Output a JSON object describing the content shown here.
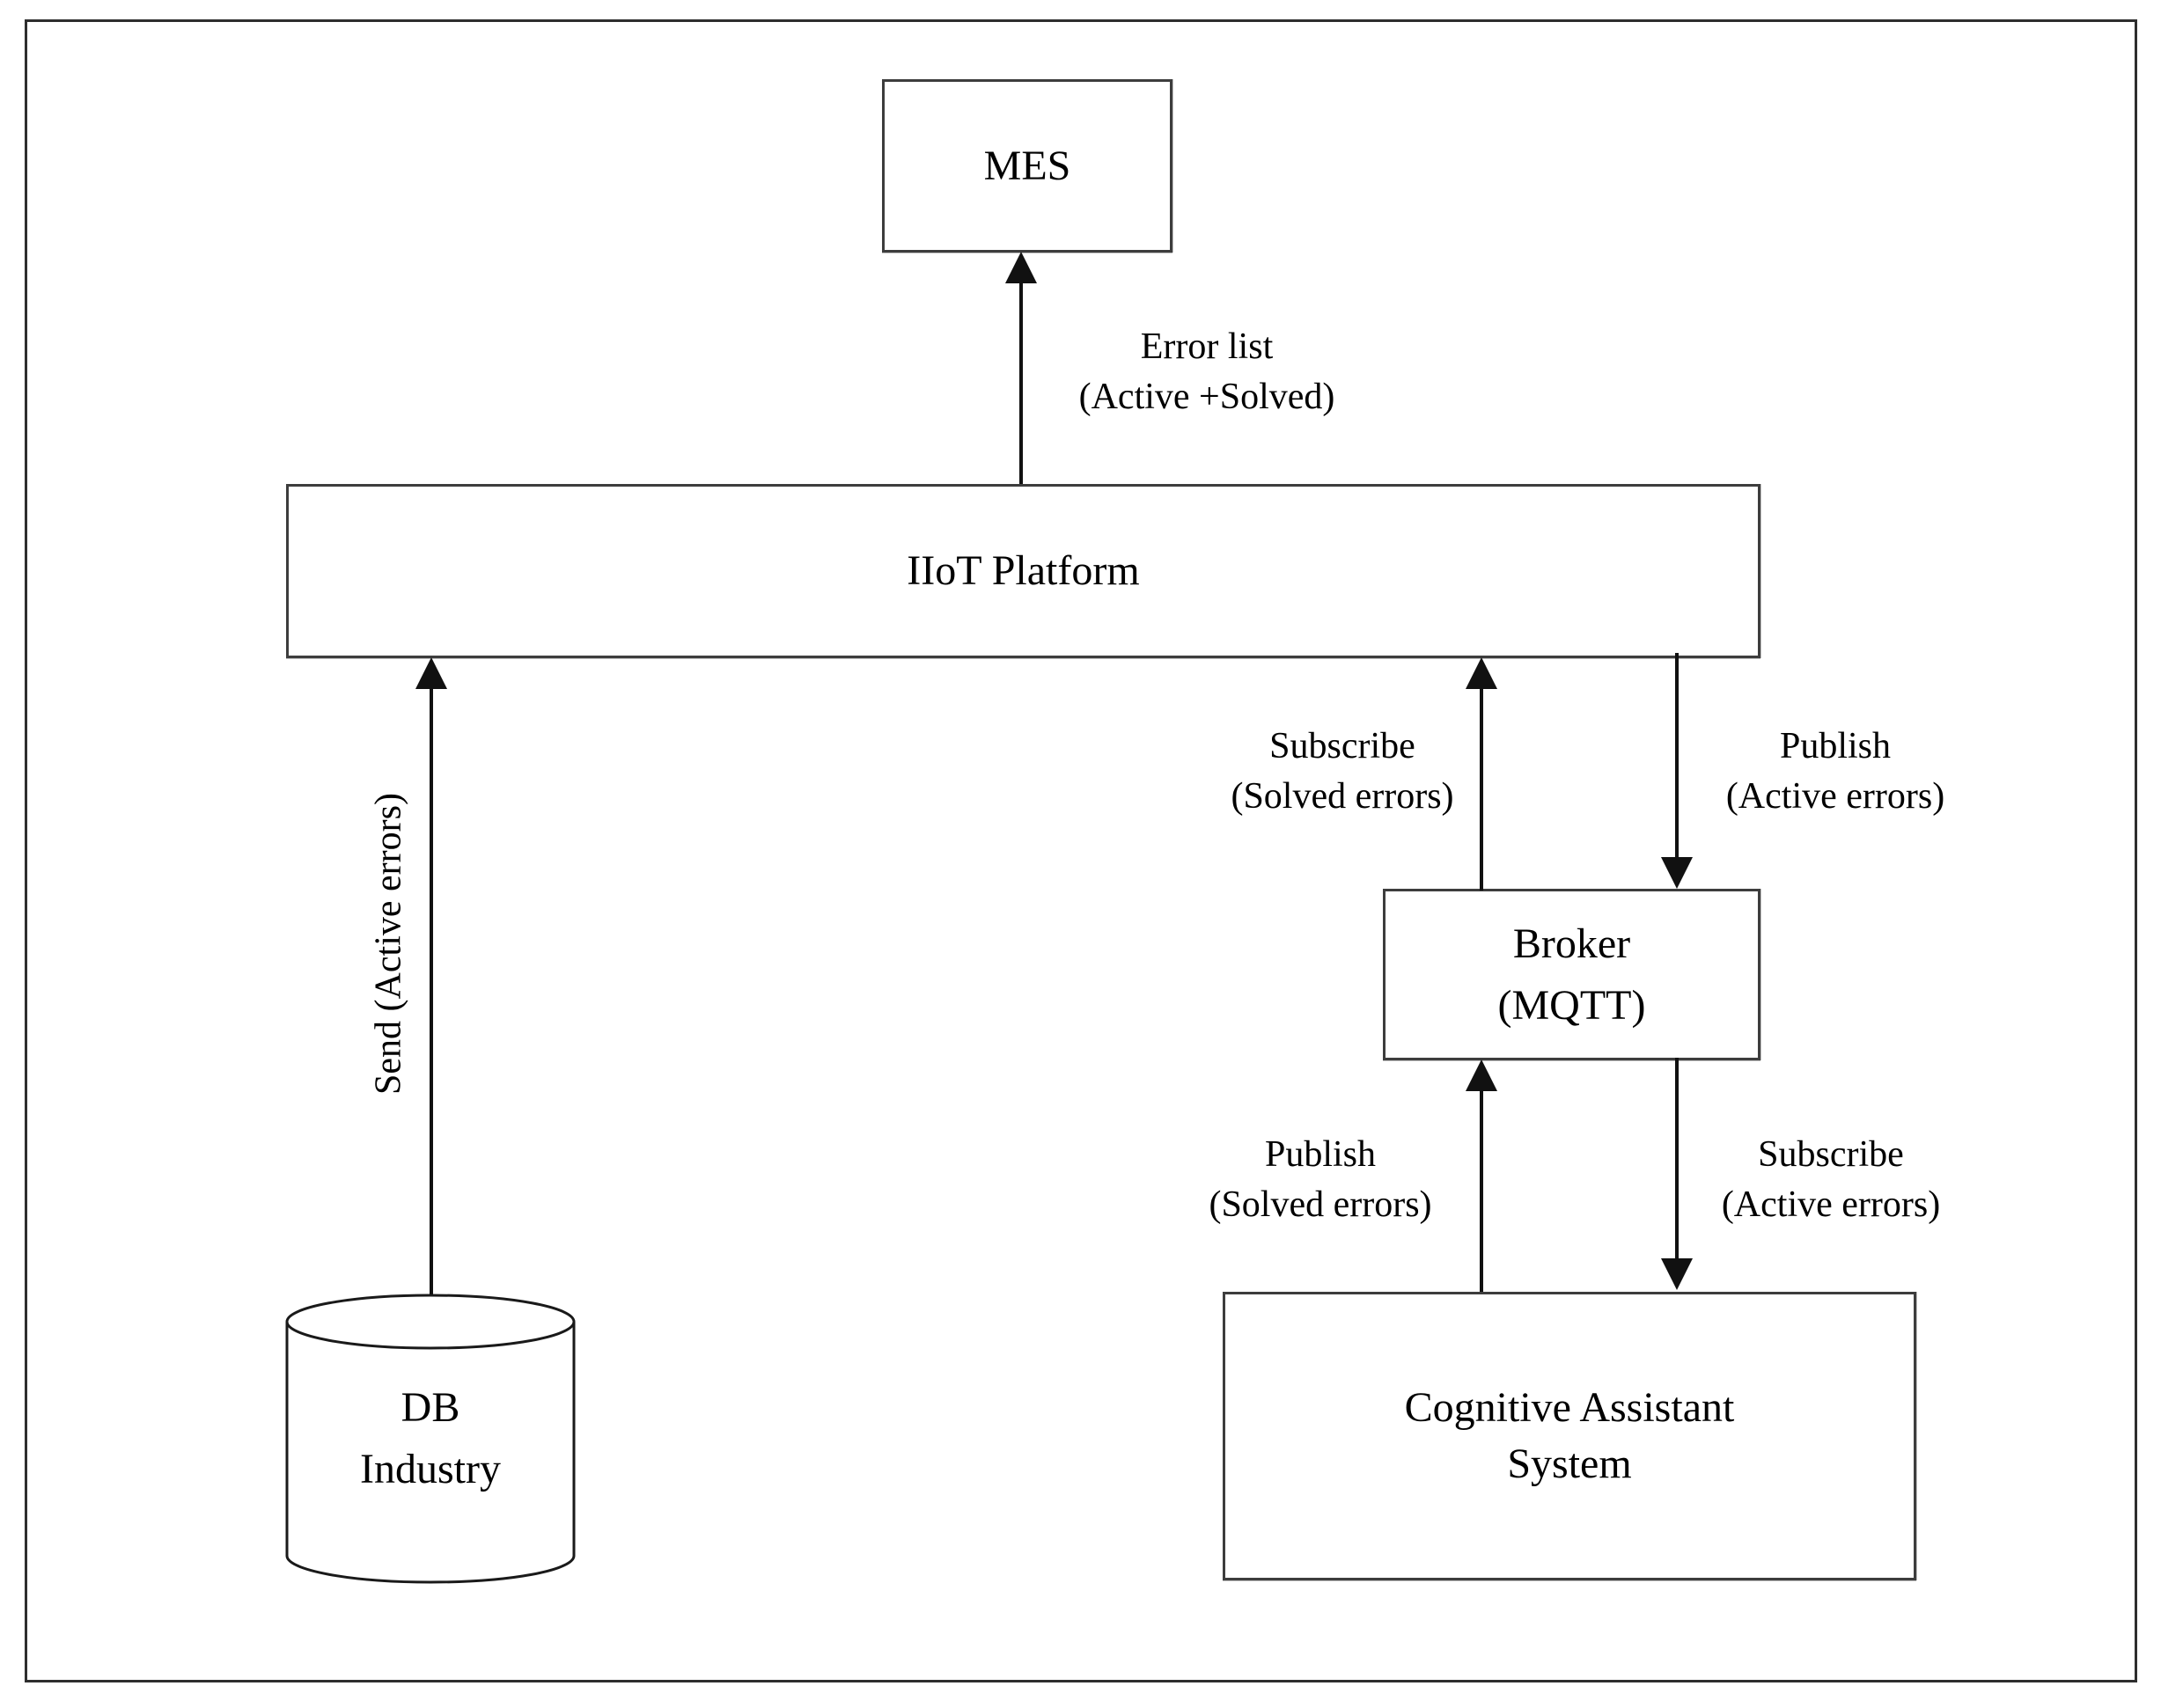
{
  "diagram": {
    "title_implicit": "IIoT error-exchange architecture",
    "colors": {
      "background": "#ffffff",
      "box_border": "#3d3d3d",
      "outer_border": "#2e2e2e",
      "arrow": "#111111",
      "text": "#000000"
    },
    "nodes": {
      "mes": {
        "label": "MES"
      },
      "iiot": {
        "label": "IIoT Platform"
      },
      "broker": {
        "line1": "Broker",
        "line2": "(MQTT)"
      },
      "cas": {
        "line1": "Cognitive Assistant",
        "line2": "System"
      },
      "db": {
        "line1": "DB",
        "line2": "Industry"
      }
    },
    "edges": {
      "iiot_to_mes": {
        "line1": "Error list",
        "line2": "(Active +Solved)",
        "direction": "up"
      },
      "broker_to_iiot": {
        "line1": "Subscribe",
        "line2": "(Solved errors)",
        "direction": "up"
      },
      "iiot_to_broker": {
        "line1": "Publish",
        "line2": "(Active errors)",
        "direction": "down"
      },
      "cas_to_broker": {
        "line1": "Publish",
        "line2": "(Solved errors)",
        "direction": "up"
      },
      "broker_to_cas": {
        "line1": "Subscribe",
        "line2": "(Active errors)",
        "direction": "down"
      },
      "db_to_iiot": {
        "label": "Send (Active errors)",
        "direction": "up"
      }
    }
  }
}
